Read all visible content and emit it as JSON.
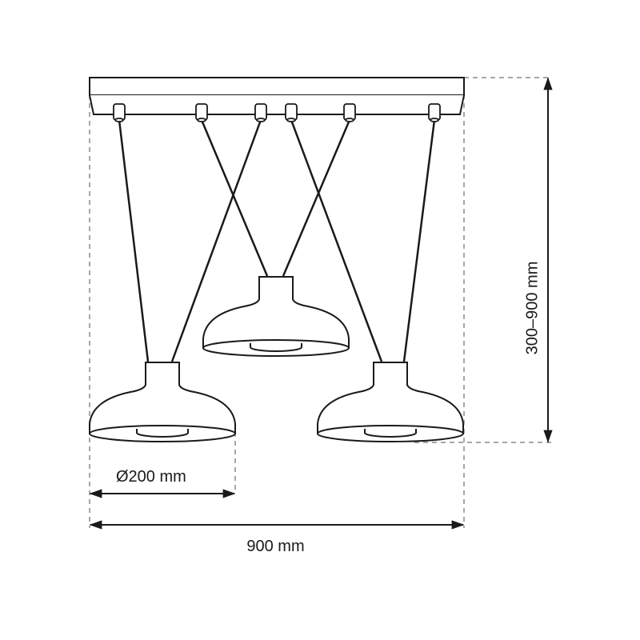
{
  "diagram": {
    "subject": "pendant lamp with 3 shades on rectangular ceiling canopy",
    "colors": {
      "line": "#1a1a1a",
      "dash": "#8a8a8a",
      "background": "#ffffff"
    },
    "dimensions": {
      "width_label": "900 mm",
      "diameter_label": "Ø200 mm",
      "height_label": "300–900 mm"
    },
    "canopy": {
      "sockets": 6
    },
    "shades": [
      {
        "id": "left",
        "position": "bottom-left"
      },
      {
        "id": "center",
        "position": "middle"
      },
      {
        "id": "right",
        "position": "bottom-right"
      }
    ]
  }
}
